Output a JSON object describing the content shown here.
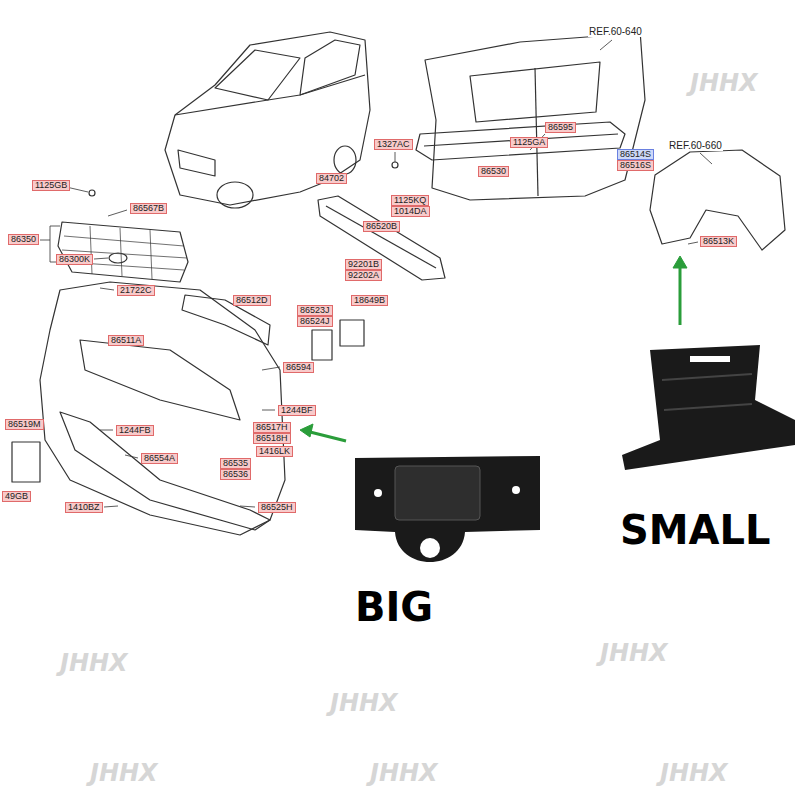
{
  "diagram": {
    "labels": [
      "REF.60-640",
      "86595",
      "1327AC",
      "1125GA",
      "86514S",
      "86516S",
      "REF.60-660",
      "1125GB",
      "86567B",
      "84702",
      "86530",
      "1125KQ",
      "1014DA",
      "86350",
      "86520B",
      "86300K",
      "92201B",
      "92202A",
      "21722C",
      "86512D",
      "18649B",
      "86523J",
      "86524J",
      "86511A",
      "86594",
      "1244BF",
      "86519M",
      "1244FB",
      "86517H",
      "86518H",
      "1416LK",
      "86554A",
      "86535",
      "86536",
      "49GB",
      "1410BZ",
      "86525H",
      "86513K",
      "BIG",
      "SMALL",
      "JHHX",
      "JHHX",
      "JHHX",
      "JHHX",
      "JHHX",
      "JHHX",
      "JHHX"
    ]
  }
}
